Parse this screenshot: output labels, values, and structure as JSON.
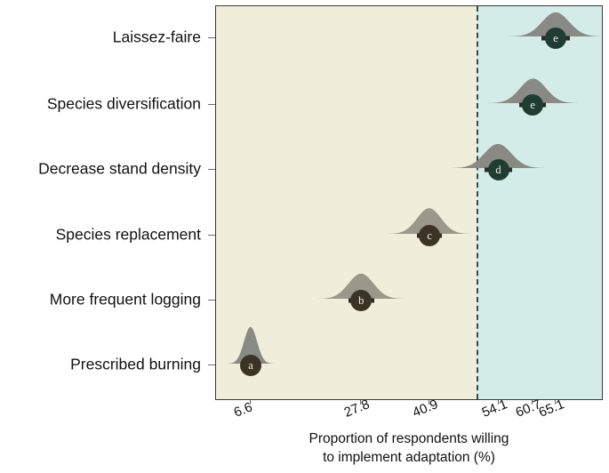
{
  "chart_data": {
    "type": "scatter",
    "subtype": "raincloud-density-with-point-estimates",
    "title": "",
    "xlabel": "Proportion of respondents willing\nto implement adaptation (%)",
    "ylabel": "",
    "xtick_labels": [
      "6.6",
      "27.8",
      "40.9",
      "54.1",
      "60.7",
      "65.1"
    ],
    "xtick_values": [
      6.6,
      27.8,
      40.9,
      54.1,
      60.7,
      65.1
    ],
    "categories": [
      "Laissez-faire",
      "Species diversification",
      "Decrease stand density",
      "Species replacement",
      "More frequent logging",
      "Prescribed burning"
    ],
    "values": [
      65.1,
      60.7,
      54.1,
      40.9,
      27.8,
      6.6
    ],
    "group_letters": [
      "e",
      "e",
      "d",
      "c",
      "b",
      "a"
    ],
    "grid": false,
    "legend": false,
    "threshold": {
      "value": 50,
      "style": "dashed",
      "color": "#2f4f44"
    },
    "bands": [
      {
        "name": "below-threshold",
        "color": "#f0eeda",
        "from": 0,
        "to": 50
      },
      {
        "name": "above-threshold",
        "color": "#d4ece7",
        "from": 50,
        "to": 72
      }
    ],
    "series": [
      {
        "name": "Laissez-faire",
        "letter": "e",
        "mean": 65.1,
        "density_sd": 2.6,
        "ci_low": 62.4,
        "ci_high": 67.8,
        "marker_color": "#1f3d33",
        "density_color": "#8a8a84"
      },
      {
        "name": "Species diversification",
        "letter": "e",
        "mean": 60.7,
        "density_sd": 2.5,
        "ci_low": 58.1,
        "ci_high": 63.3,
        "marker_color": "#1f3d33",
        "density_color": "#8a8a84"
      },
      {
        "name": "Decrease stand density",
        "letter": "d",
        "mean": 54.1,
        "density_sd": 2.6,
        "ci_low": 51.4,
        "ci_high": 56.8,
        "marker_color": "#1f3d33",
        "density_color": "#8a8a84"
      },
      {
        "name": "Species replacement",
        "letter": "c",
        "mean": 40.9,
        "density_sd": 2.3,
        "ci_low": 38.5,
        "ci_high": 43.3,
        "marker_color": "#3b3426",
        "density_color": "#9b978a"
      },
      {
        "name": "More frequent logging",
        "letter": "b",
        "mean": 27.8,
        "density_sd": 2.4,
        "ci_low": 25.3,
        "ci_high": 30.3,
        "marker_color": "#3b3426",
        "density_color": "#9b978a"
      },
      {
        "name": "Prescribed burning",
        "letter": "a",
        "mean": 6.6,
        "density_sd": 1.25,
        "ci_low": 5.2,
        "ci_high": 8.0,
        "marker_color": "#3b3426",
        "density_color": "#8a8a84"
      }
    ]
  },
  "axis": {
    "x_title_line1": "Proportion of respondents willing",
    "x_title_line2": "to implement adaptation (%)"
  }
}
